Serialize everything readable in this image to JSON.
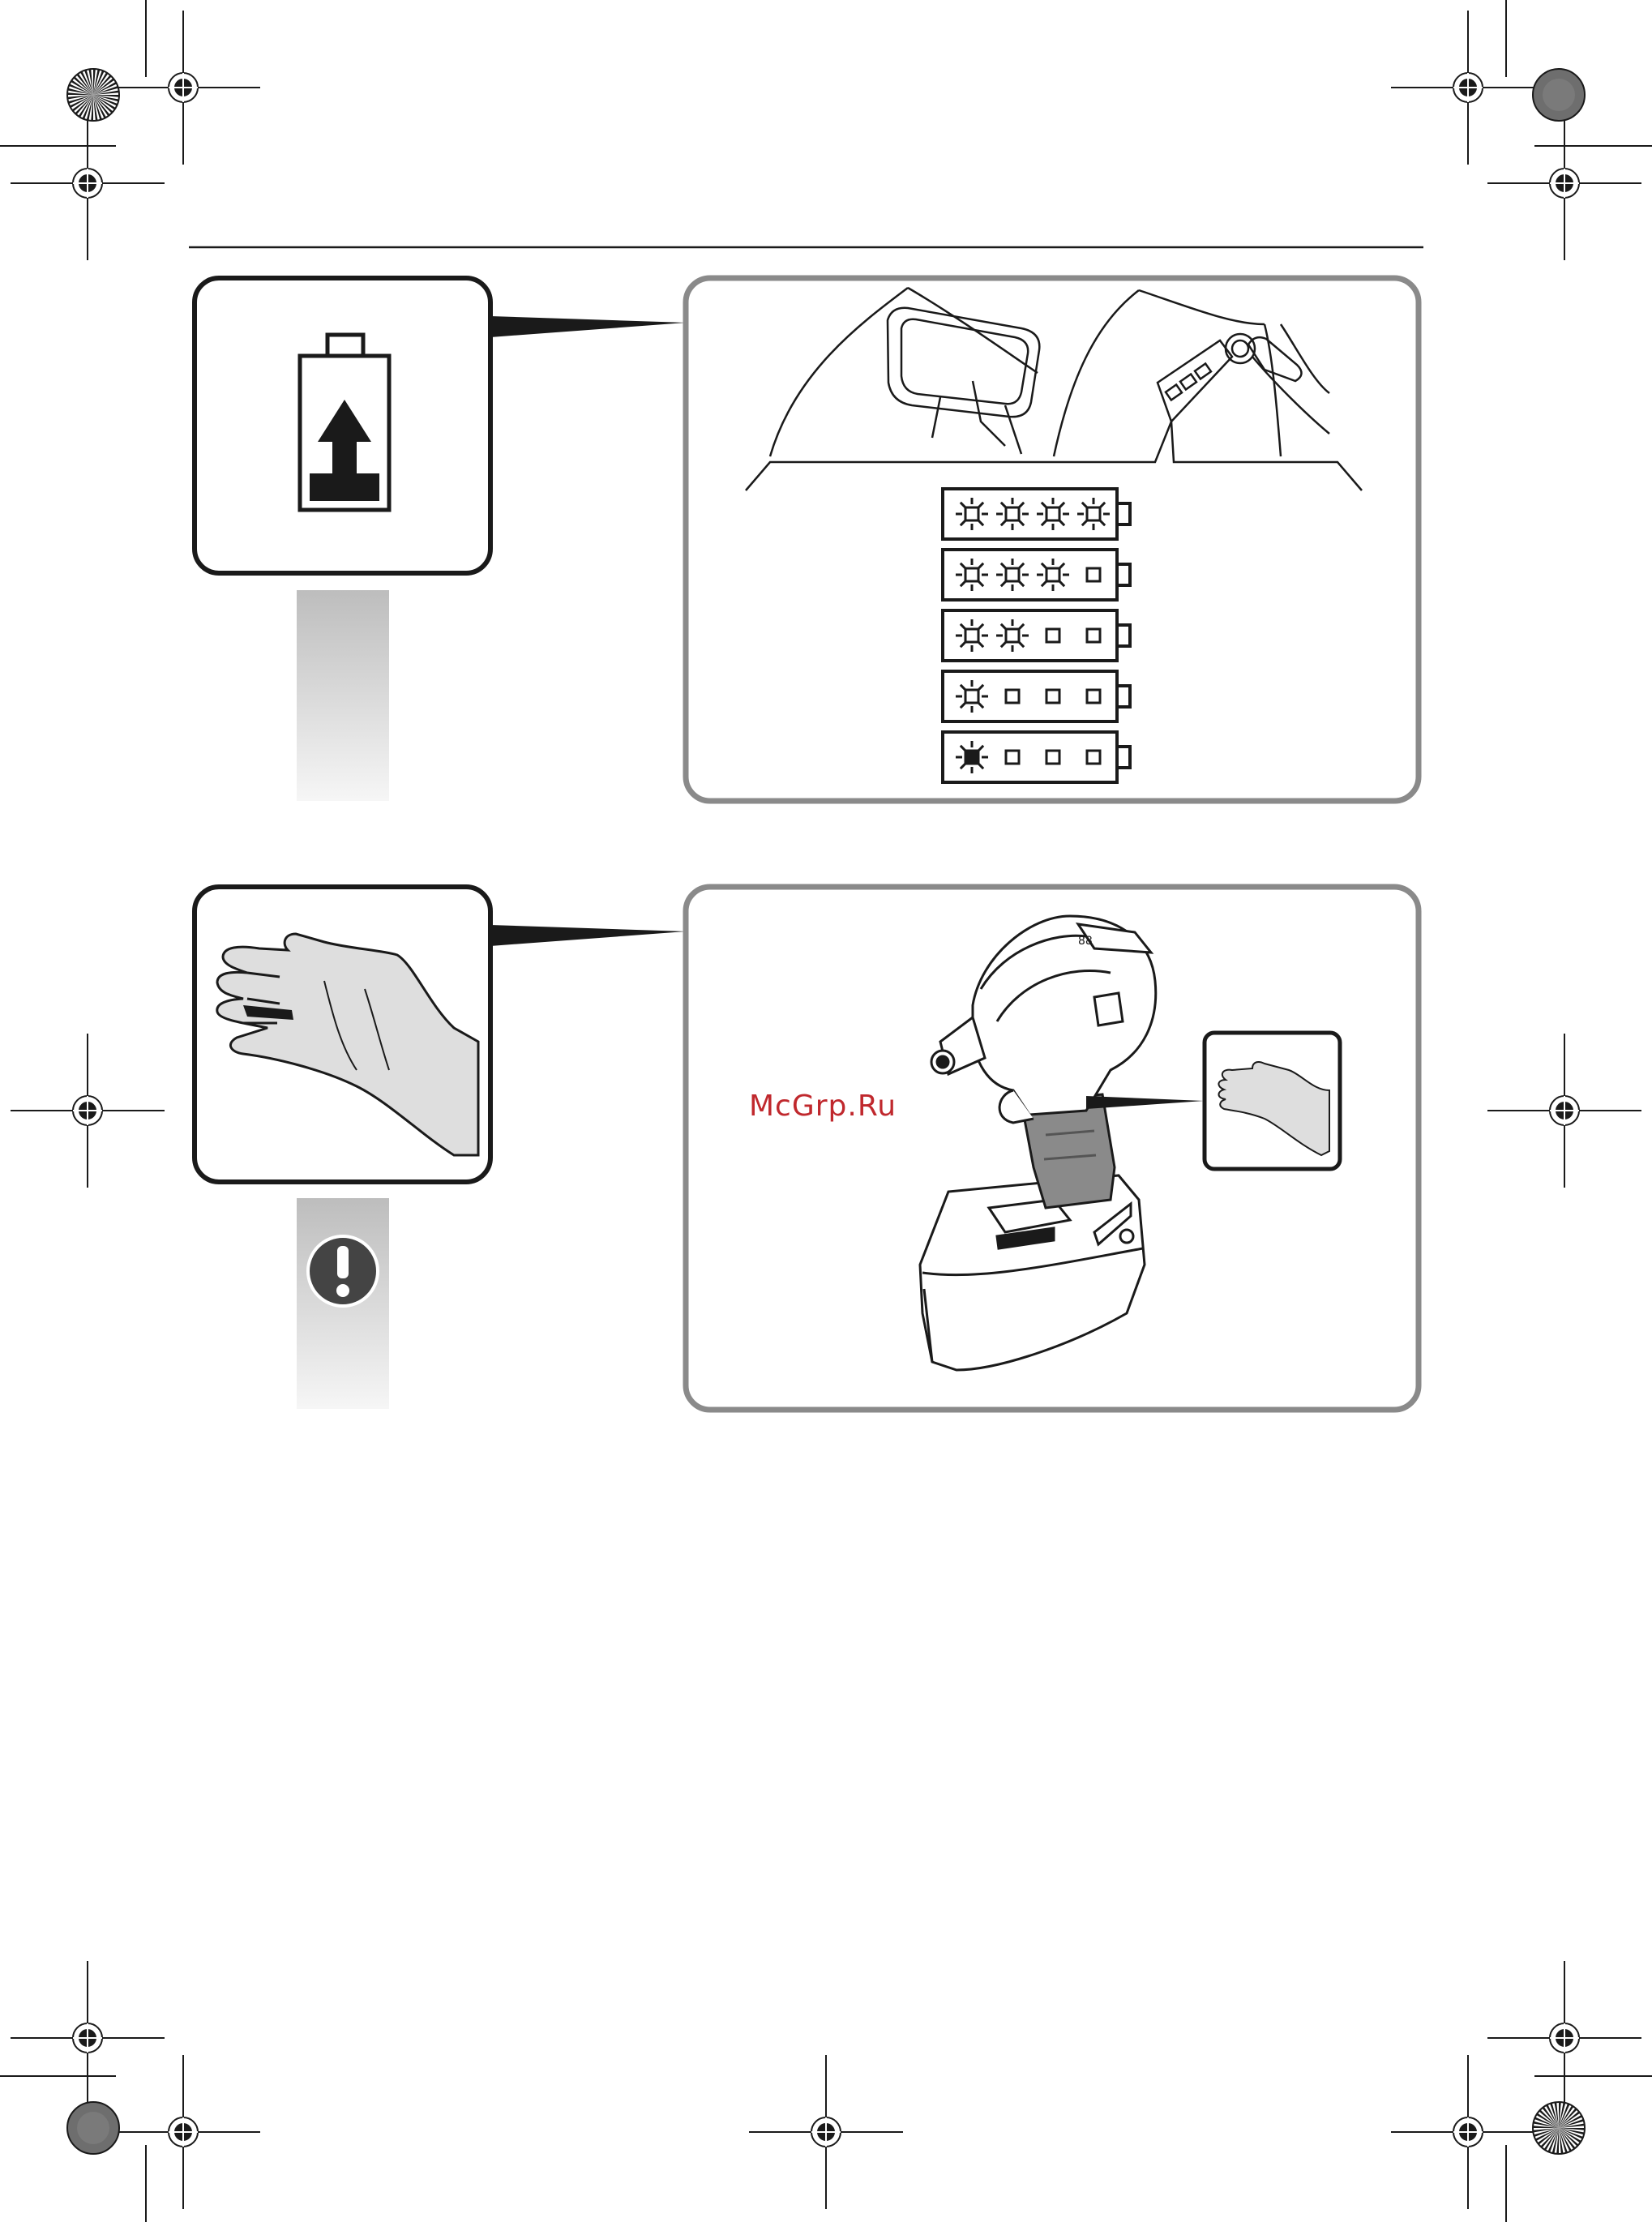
{
  "page": {
    "watermark": "McGrp.Ru",
    "colors": {
      "line": "#1a1a1a",
      "frame_gray": "#8a8a8a",
      "panel_fill": "#dcdcdc",
      "watermark": "#c0282d"
    }
  },
  "figure_1": {
    "icon": "battery-charge-icon",
    "charge_levels": [
      {
        "lit": 4,
        "blinking": false
      },
      {
        "lit": 3,
        "blinking": false
      },
      {
        "lit": 2,
        "blinking": false
      },
      {
        "lit": 1,
        "blinking": false
      },
      {
        "lit": 1,
        "blinking": true
      }
    ]
  },
  "figure_2": {
    "icon": "hand-grip-icon",
    "warning_icon": "exclamation-icon"
  }
}
